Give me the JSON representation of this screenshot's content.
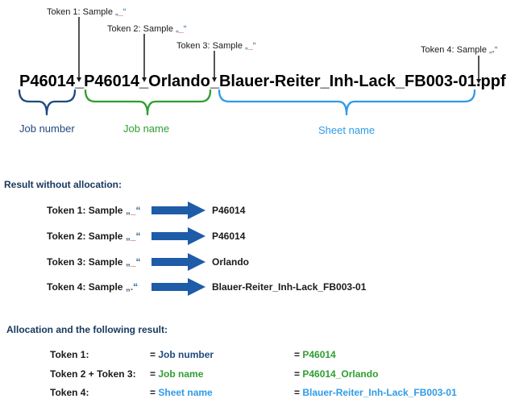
{
  "colors": {
    "navy": "#1f497d",
    "green": "#2e9e30",
    "lightblue": "#2e9be8",
    "red": "#cc3333",
    "quote_blue": "#35618e",
    "arrow_blue": "#1e5ca8",
    "heading_navy": "#17375d",
    "pointer_black": "#1a1a1a"
  },
  "diagram": {
    "filename": "P46014_P46014_Orlando_Blauer-Reiter_Inh-Lack_FB003-01.ppf",
    "tokens": [
      {
        "label": "Token 1: Sample",
        "open": "„",
        "sep": "_",
        "close": "“"
      },
      {
        "label": "Token 2: Sample",
        "open": "„",
        "sep": "_",
        "close": "“"
      },
      {
        "label": "Token 3: Sample",
        "open": "„",
        "sep": "_",
        "close": "“"
      },
      {
        "label": "Token 4: Sample",
        "open": "„",
        "sep": ".",
        "close": "“"
      }
    ],
    "segments": [
      {
        "label": "Job number"
      },
      {
        "label": "Job name"
      },
      {
        "label": "Sheet name"
      }
    ]
  },
  "result_section": {
    "heading": "Result without allocation:",
    "rows": [
      {
        "label": "Token 1: Sample",
        "open": "„",
        "sep": "_",
        "close": "“",
        "value": "P46014"
      },
      {
        "label": "Token 2: Sample",
        "open": "„",
        "sep": "_",
        "close": "“",
        "value": "P46014"
      },
      {
        "label": "Token 3: Sample",
        "open": "„",
        "sep": "_",
        "close": "“",
        "value": "Orlando"
      },
      {
        "label": "Token 4: Sample",
        "open": "„",
        "sep": ".",
        "close": "“",
        "value": "Blauer-Reiter_Inh-Lack_FB003-01"
      }
    ]
  },
  "allocation_section": {
    "heading": "Allocation and the following result:",
    "rows": [
      {
        "token": "Token 1:",
        "eq1": "=",
        "field": "Job number",
        "eq2": "=",
        "value": "P46014"
      },
      {
        "token": "Token 2 + Token 3:",
        "eq1": "=",
        "field": "Job name",
        "eq2": "=",
        "value": "P46014_Orlando"
      },
      {
        "token": "Token 4:",
        "eq1": "=",
        "field": "Sheet name",
        "eq2": "=",
        "value": "Blauer-Reiter_Inh-Lack_FB003-01"
      }
    ]
  }
}
